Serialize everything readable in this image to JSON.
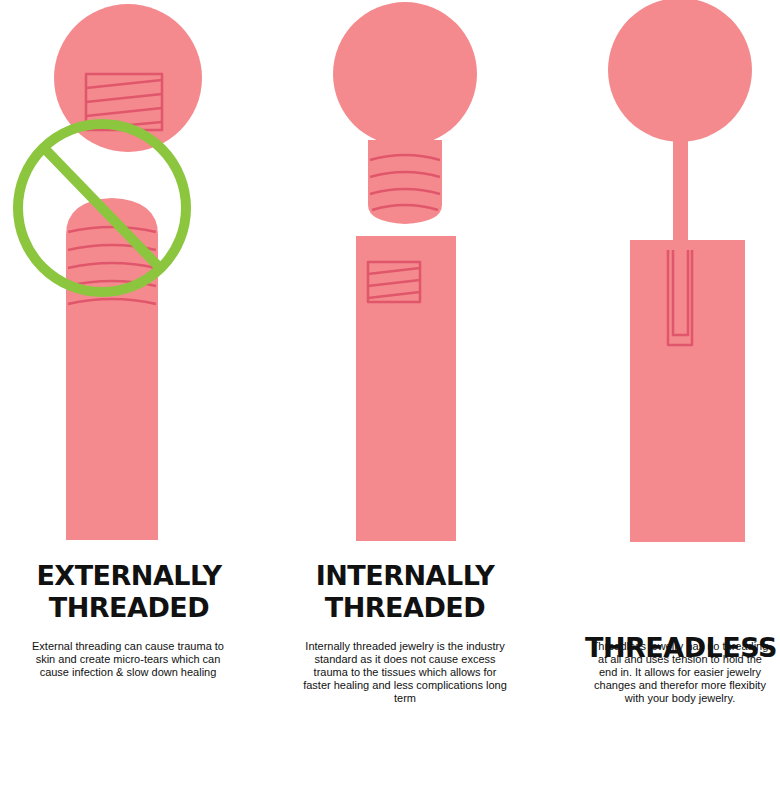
{
  "diagram": {
    "labels": [
      "EXTERNALLY THREADED",
      "External threading can cause trauma to skin and create micro-tears which can cause infection & slow down healing",
      "INTERNALLY THREADED",
      "Internally threaded jewelry is the industry standard as it does not cause excess trauma to the tissues which allows for faster healing and less complications long term",
      "THREADLESS",
      "Threadless jewelry has no threading at all and uses tension to hold the end in. It allows for easier jewelry changes and therefor more flexibity with your body jewelry."
    ]
  }
}
